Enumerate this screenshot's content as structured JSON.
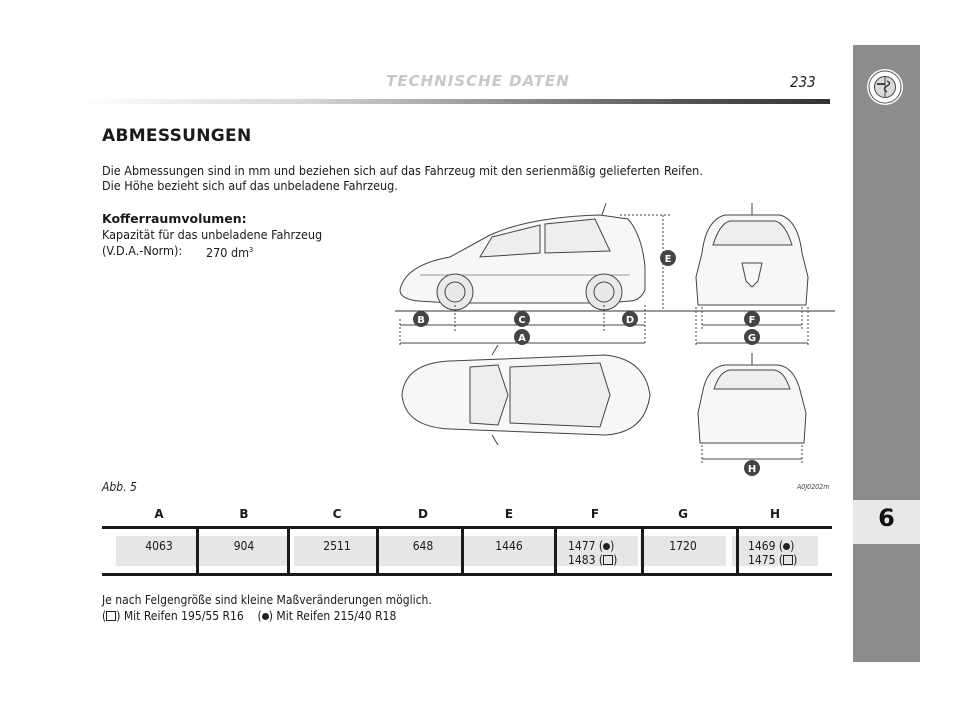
{
  "header": {
    "title": "TECHNISCHE DATEN",
    "page_number": "233"
  },
  "side_tab": {
    "chapter": "6"
  },
  "section": {
    "title": "ABMESSUNGEN",
    "intro_line1": "Die Abmessungen sind in mm und beziehen sich auf das Fahrzeug mit den serienmäßig gelieferten Reifen.",
    "intro_line2": "Die Höhe bezieht sich auf das unbeladene Fahrzeug."
  },
  "trunk": {
    "heading": "Kofferraumvolumen:",
    "line1": "Kapazität für das unbeladene Fahrzeug",
    "norm_label": "(V.D.A.-Norm):",
    "value": "270 dm",
    "unit_sup": "3"
  },
  "figure": {
    "caption": "Abb. 5",
    "code": "A0J0202m",
    "markers": [
      "A",
      "B",
      "C",
      "D",
      "E",
      "F",
      "G",
      "H"
    ]
  },
  "table": {
    "columns": [
      "A",
      "B",
      "C",
      "D",
      "E",
      "F",
      "G",
      "H"
    ],
    "values": [
      {
        "line1": "4063",
        "line2": ""
      },
      {
        "line1": "904",
        "line2": ""
      },
      {
        "line1": "2511",
        "line2": ""
      },
      {
        "line1": "648",
        "line2": ""
      },
      {
        "line1": "1446",
        "line2": ""
      },
      {
        "line1": "1477 (",
        "line2": "1483 ("
      },
      {
        "line1": "1720",
        "line2": ""
      },
      {
        "line1": "1469 (",
        "line2": "1475 ("
      }
    ]
  },
  "footnote": {
    "line1": "Je nach Felgengröße sind kleine Maßveränderungen möglich.",
    "square_text": "Mit Reifen 195/55 R16",
    "dot_text": "Mit Reifen 215/40 R18"
  }
}
